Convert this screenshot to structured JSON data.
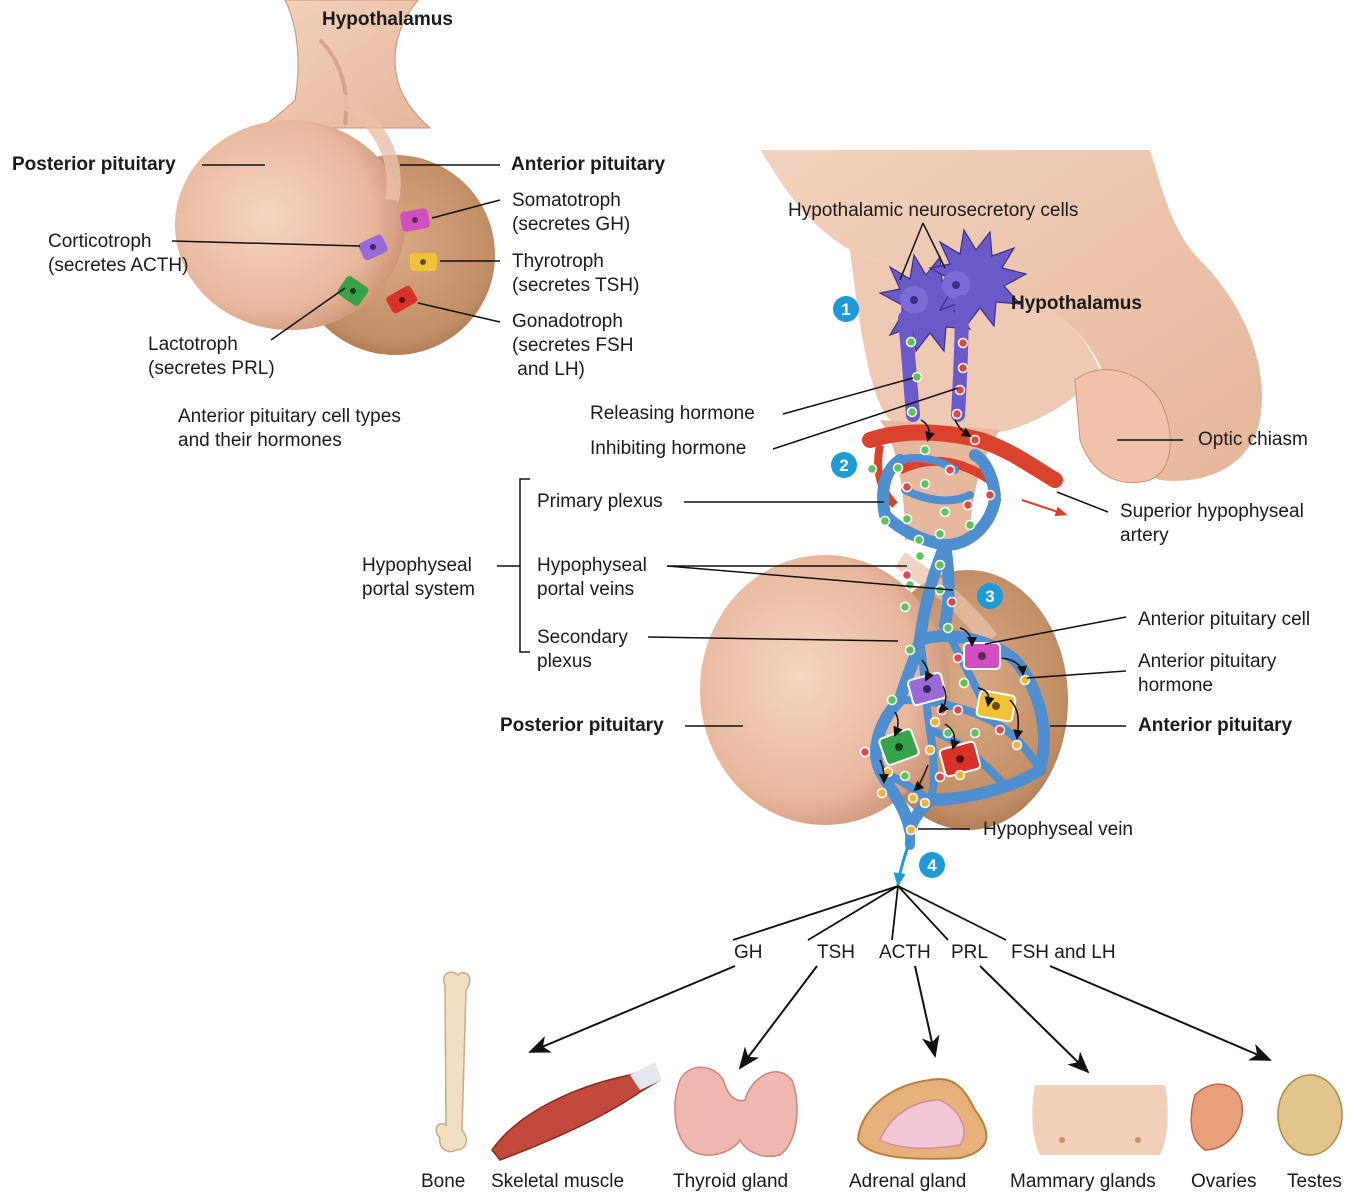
{
  "top_diagram": {
    "hypothalamus": "Hypothalamus",
    "posterior_pituitary": "Posterior pituitary",
    "anterior_pituitary": "Anterior pituitary",
    "somatotroph": "Somatotroph\n(secretes GH)",
    "corticotroph": "Corticotroph\n(secretes ACTH)",
    "thyrotroph": "Thyrotroph\n(secretes TSH)",
    "gonadotroph": "Gonadotroph\n(secretes FSH\n and LH)",
    "lactotroph": "Lactotroph\n(secretes PRL)",
    "caption": "Anterior pituitary cell types\nand their hormones"
  },
  "main_diagram": {
    "neurosecretory_cells": "Hypothalamic neurosecretory cells",
    "hypothalamus": "Hypothalamus",
    "releasing_hormone": "Releasing hormone",
    "inhibiting_hormone": "Inhibiting hormone",
    "optic_chiasm": "Optic chiasm",
    "primary_plexus": "Primary plexus",
    "superior_artery": "Superior hypophyseal\nartery",
    "portal_system": "Hypophyseal\nportal system",
    "portal_veins": "Hypophyseal\nportal veins",
    "secondary_plexus": "Secondary\nplexus",
    "anterior_cell": "Anterior pituitary cell",
    "anterior_hormone": "Anterior pituitary\nhormone",
    "posterior_pituitary": "Posterior pituitary",
    "anterior_pituitary": "Anterior pituitary",
    "hypophyseal_vein": "Hypophyseal vein",
    "steps": [
      "1",
      "2",
      "3",
      "4"
    ]
  },
  "hormones": [
    "GH",
    "TSH",
    "ACTH",
    "PRL",
    "FSH and LH"
  ],
  "targets": [
    "Bone",
    "Skeletal muscle",
    "Thyroid gland",
    "Adrenal gland",
    "Mammary glands",
    "Ovaries",
    "Testes"
  ],
  "colors": {
    "tissue": "#e8b9a0",
    "tissue_dark": "#b07a52",
    "vessel": "#4f8fcf",
    "artery": "#d9432e",
    "neuron": "#6a5bc8",
    "step_badge": "#1e9bd7",
    "releasing_dot": "#5cc25c",
    "inhibiting_dot": "#e04848",
    "hormone_dot": "#f2b33a"
  }
}
